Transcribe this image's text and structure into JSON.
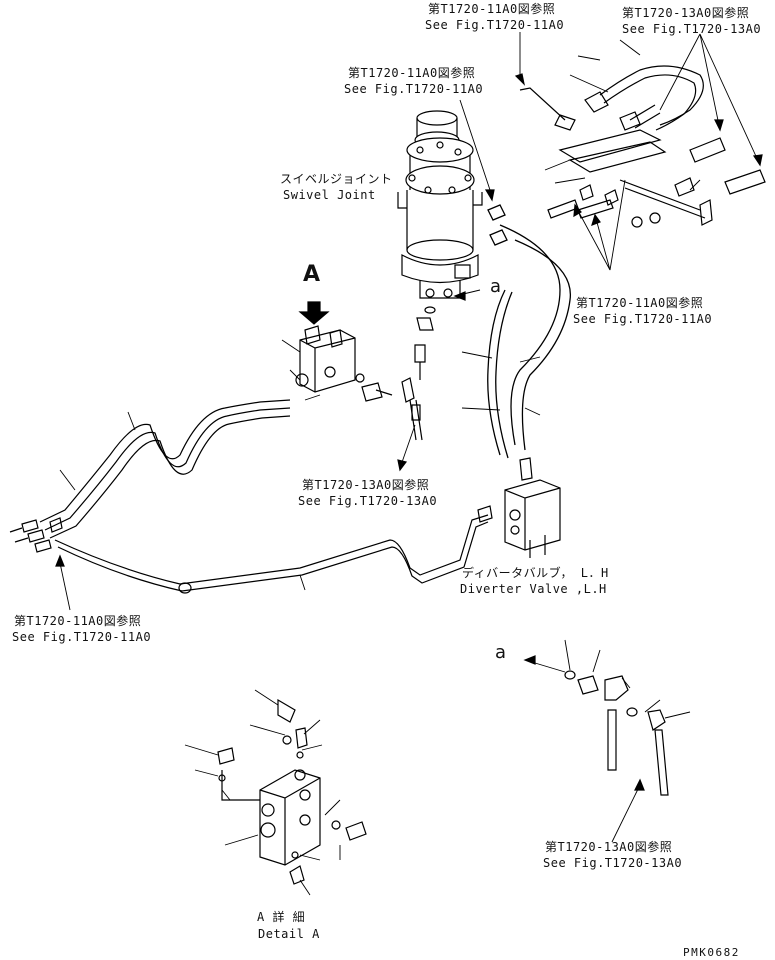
{
  "refs": {
    "top_center_jp": "第T1720-11A0図参照",
    "top_center_en": "See Fig.T1720-11A0",
    "top_right_jp": "第T1720-13A0図参照",
    "top_right_en": "See Fig.T1720-13A0",
    "mid_center_jp": "第T1720-11A0図参照",
    "mid_center_en": "See Fig.T1720-11A0",
    "right_mid_jp": "第T1720-11A0図参照",
    "right_mid_en": "See Fig.T1720-11A0",
    "center_low_jp": "第T1720-13A0図参照",
    "center_low_en": "See Fig.T1720-13A0",
    "left_low_jp": "第T1720-11A0図参照",
    "left_low_en": "See Fig.T1720-11A0",
    "bottom_right_jp": "第T1720-13A0図参照",
    "bottom_right_en": "See Fig.T1720-13A0"
  },
  "parts": {
    "swivel_jp": "スイベルジョイント",
    "swivel_en": "Swivel Joint",
    "diverter_jp": "ディバータバルブ， L．H",
    "diverter_en": "Diverter Valve ,L.H"
  },
  "markers": {
    "view_a": "A",
    "conn_a_top": "a",
    "conn_a_bottom": "a"
  },
  "detail": {
    "title_jp": "A 詳 細",
    "title_en": "Detail A"
  },
  "drawing_code": "PMK0682"
}
